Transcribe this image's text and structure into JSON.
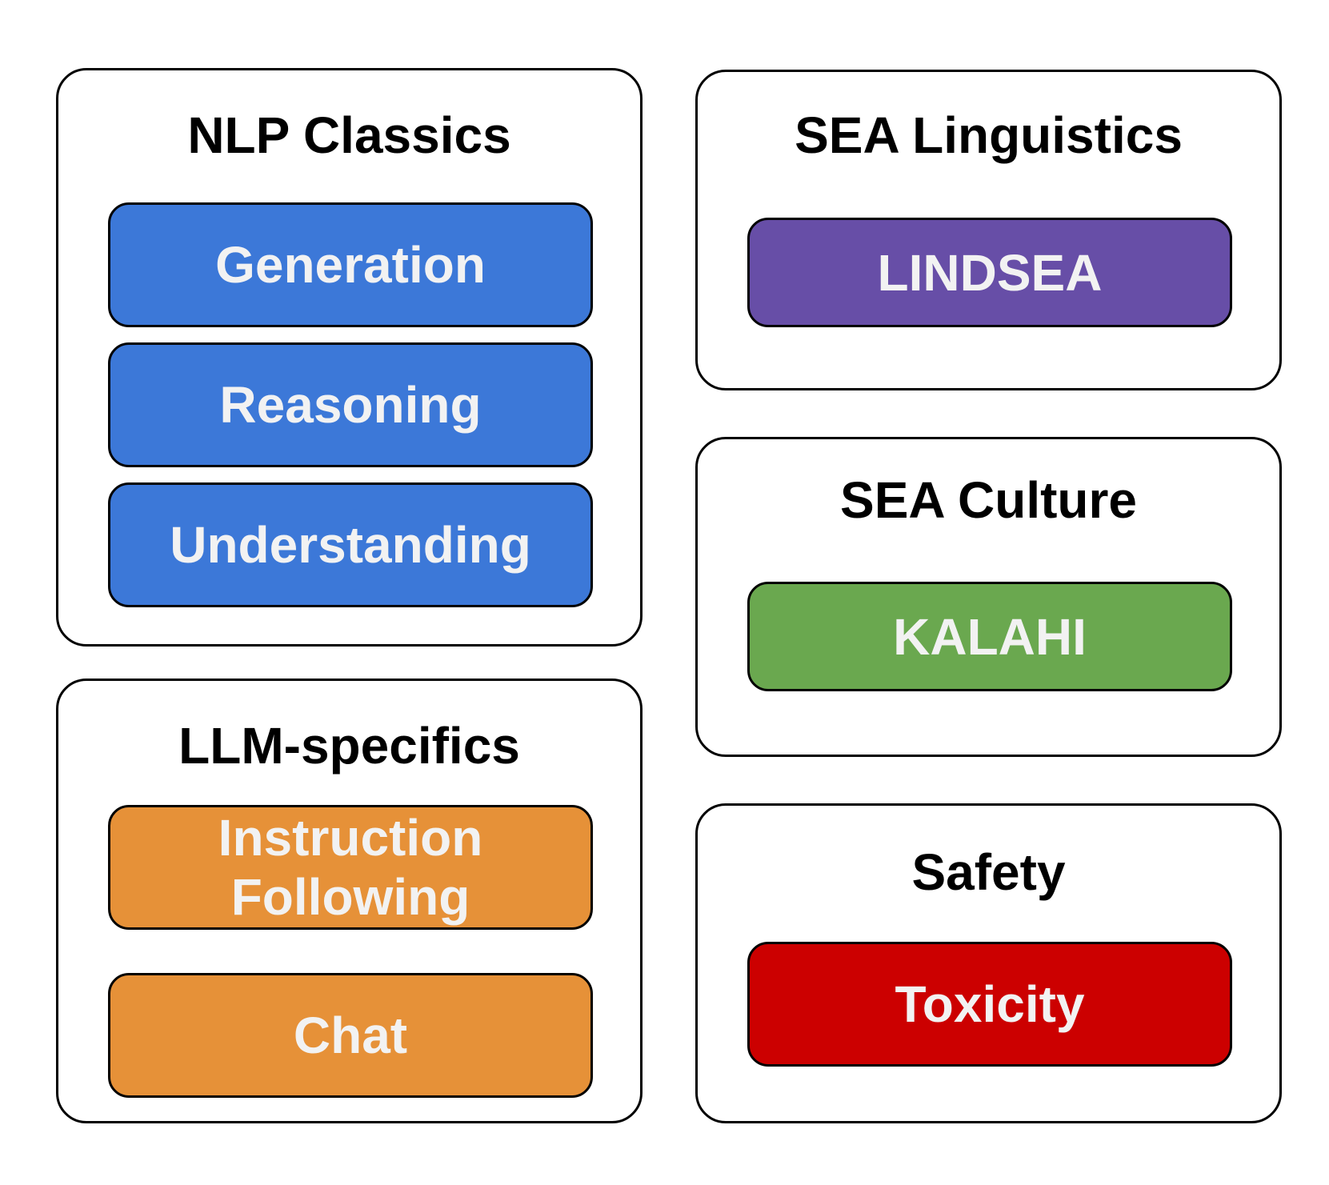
{
  "colors": {
    "nlp_classics": "#3C78D8",
    "sea_linguistics": "#674EA7",
    "sea_culture": "#6AA84F",
    "llm_specifics": "#E69138",
    "safety": "#CC0000"
  },
  "groups": {
    "nlp_classics": {
      "title": "NLP Classics",
      "items": [
        "Generation",
        "Reasoning",
        "Understanding"
      ]
    },
    "llm_specifics": {
      "title": "LLM-specifics",
      "items": [
        "Instruction Following",
        "Chat"
      ]
    },
    "sea_linguistics": {
      "title": "SEA Linguistics",
      "items": [
        "LINDSEA"
      ]
    },
    "sea_culture": {
      "title": "SEA Culture",
      "items": [
        "KALAHI"
      ]
    },
    "safety": {
      "title": "Safety",
      "items": [
        "Toxicity"
      ]
    }
  }
}
